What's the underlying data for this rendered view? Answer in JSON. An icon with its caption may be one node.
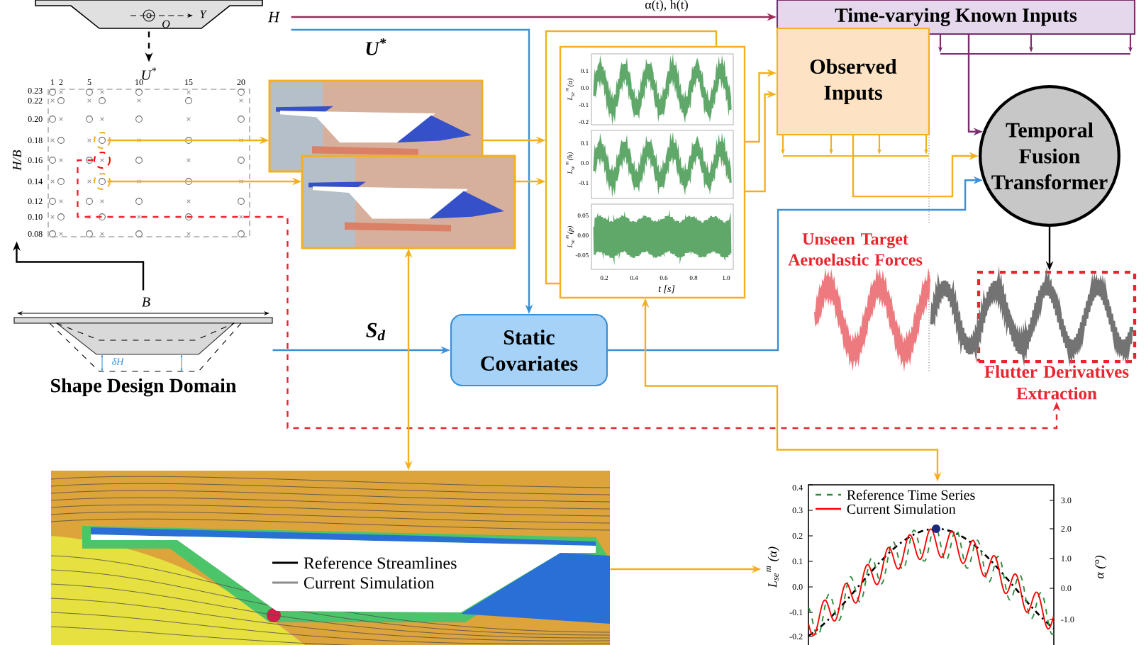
{
  "diagram": {
    "nodes": [
      {
        "text": [],
        "shape": "picture"
      },
      {
        "text": [],
        "shape": "picture"
      },
      {
        "text": [],
        "shape": "picture"
      },
      {
        "text": [],
        "shape": "picture"
      },
      {
        "text": [],
        "shape": "picture"
      },
      {
        "text": [
          "Time-varying Known Inputs"
        ]
      },
      {
        "text": [
          "Observed Inputs"
        ]
      },
      {
        "text": [
          "Temporal Fusion Transformer"
        ]
      },
      {
        "text": [
          "Static Covariates"
        ]
      },
      {
        "text": [
          "Shape Design Domain"
        ]
      },
      {
        "text": [
          "Unseen Target Aeroelastic Forces"
        ]
      },
      {
        "text": [
          "Flutter Derivatives Extraction"
        ]
      },
      {
        "text": [],
        "shape": "picture"
      },
      {
        "text": [],
        "shape": "picture"
      }
    ],
    "edges": [
      {
        "from": 0,
        "to": 5,
        "arrow": "to",
        "color": "#9b2c5a",
        "label": "α(t), h(t)"
      },
      {
        "from": 0,
        "to": 8,
        "arrow": "to",
        "color": "#3a8fd6",
        "label": "U$^{*}$"
      },
      {
        "from": 0,
        "to": 1,
        "arrow": "to",
        "style": "dashed",
        "color": "#000000"
      },
      {
        "from": 9,
        "to": 1,
        "arrow": "to",
        "color": "#000000"
      },
      {
        "from": 1,
        "to": 2,
        "arrow": "to"
      },
      {
        "from": 1,
        "to": 3,
        "arrow": "to"
      },
      {
        "from": 2,
        "to": 4,
        "arrow": "to"
      },
      {
        "from": 3,
        "to": 4,
        "arrow": "to"
      },
      {
        "from": 4,
        "to": 6,
        "arrow": "to"
      },
      {
        "from": 4,
        "to": 6,
        "arrow": "to"
      },
      {
        "from": 9,
        "to": 8,
        "arrow": "to",
        "color": "#3a8fd6",
        "label": "S$_{d}$"
      },
      {
        "from": 8,
        "to": 7,
        "arrow": "to",
        "color": "#3a8fd6"
      },
      {
        "from": 6,
        "to": 7,
        "arrow": "to"
      },
      {
        "from": 5,
        "to": 7,
        "arrow": "to",
        "color": "#7b2d6e"
      },
      {
        "from": 7,
        "to": 11,
        "arrow": "to",
        "color": "#000000"
      },
      {
        "from": 1,
        "to": 11,
        "arrow": "to",
        "style": "dashed",
        "color": "#e8242e"
      },
      {
        "from": 12,
        "to": 3,
        "arrow": "both"
      },
      {
        "from": 12,
        "to": 13,
        "arrow": "to"
      },
      {
        "from": 4,
        "to": 13,
        "arrow": "both"
      }
    ],
    "labels": [
      "H",
      "O",
      "Y",
      "U$^{*}$",
      "H/B",
      "1",
      "2",
      "5",
      "10",
      "15",
      "20",
      "0.23",
      "0.22",
      "0.20",
      "0.18",
      "0.16",
      "0.14",
      "0.12",
      "0.10",
      "0.08",
      "B",
      "δH",
      "L$_{se}$$^{m}$(α)",
      "L$_{se}$$^{m}$(h)",
      "L$_{se}$$^{m}$(p)",
      "0.1",
      "0.0",
      "-0.1",
      "-0.2",
      "0.1",
      "0.0",
      "-0.1",
      "0.05",
      "0.00",
      "-0.05",
      "0.2",
      "0.4",
      "0.6",
      "0.8",
      "1.0",
      "t [s]",
      "0.4",
      "0.3",
      "0.2",
      "0.1",
      "0.0",
      "-0.1",
      "-0.2",
      "3.0",
      "2.0",
      "1.0",
      "0.0",
      "-1.0",
      "L$_{se}$$^{m}$ (α)",
      "α (°)"
    ],
    "legend": [
      {
        "text": "Reference Streamlines"
      },
      {
        "text": "Current Simulation"
      },
      {
        "text": "Reference Time Series"
      },
      {
        "text": "Current Simulation"
      }
    ]
  }
}
